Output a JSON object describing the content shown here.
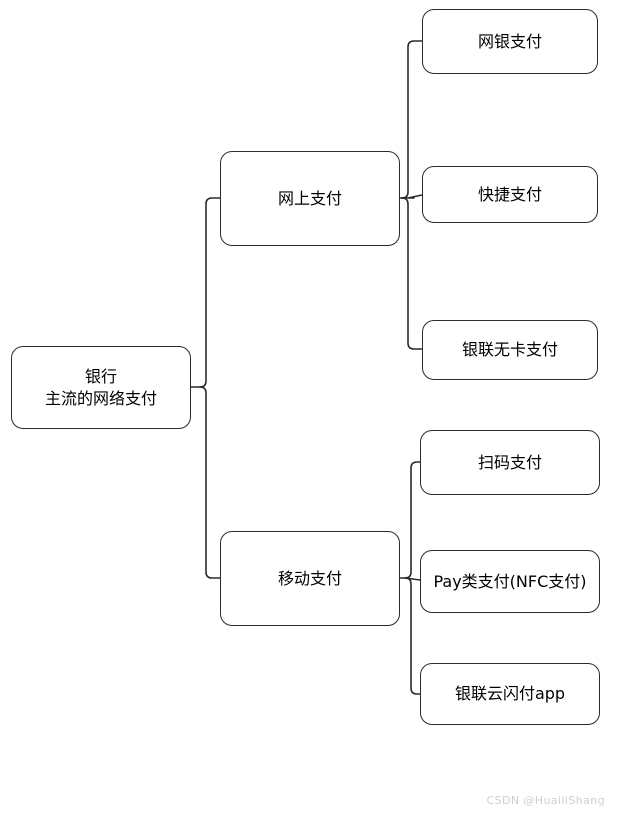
{
  "diagram": {
    "type": "mind-map",
    "title": "银行主流的网络支付",
    "root": {
      "id": "root",
      "label": "银行\n主流的网络支付",
      "line1": "银行",
      "line2": "主流的网络支付"
    },
    "branches": [
      {
        "id": "online-payment",
        "label": "网上支付",
        "children": [
          {
            "id": "ebank-payment",
            "label": "网银支付"
          },
          {
            "id": "quick-payment",
            "label": "快捷支付"
          },
          {
            "id": "unionpay-cardless",
            "label": "银联无卡支付"
          }
        ]
      },
      {
        "id": "mobile-payment",
        "label": "移动支付",
        "children": [
          {
            "id": "qr-payment",
            "label": "扫码支付"
          },
          {
            "id": "pay-nfc",
            "label": "Pay类支付(NFC支付)"
          },
          {
            "id": "unionpay-app",
            "label": "银联云闪付app"
          }
        ]
      }
    ]
  },
  "style": {
    "stroke": "#2b2b2b",
    "fill": "#ffffff",
    "text": "#000000",
    "background": "#ffffff",
    "watermark_color": "#cfcfcf"
  },
  "watermark": {
    "text": "CSDN @HuailiShang"
  }
}
